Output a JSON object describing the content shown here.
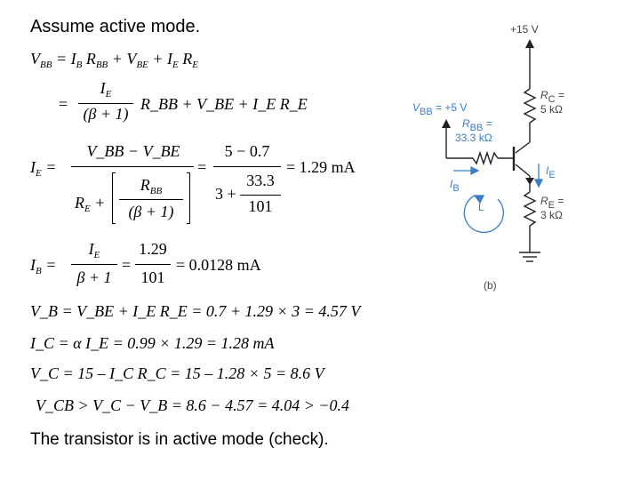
{
  "heading": "Assume active mode.",
  "eq1": {
    "lhs": "V",
    "lhs_sub": "BB",
    "rhs_parts": [
      "= I",
      "B",
      " R",
      "BB",
      " + V",
      "BE",
      " + I",
      "E",
      " R",
      "E"
    ]
  },
  "eq2": {
    "prefix": "=",
    "num": "I",
    "num_sub": "E",
    "den": "(β + 1)",
    "suffix": "R_BB + V_BE + I_E R_E"
  },
  "eq3": {
    "lhs": "I",
    "lhs_sub": "E",
    "num1": "V_BB − V_BE",
    "den1_a": "R",
    "den1_a_sub": "E",
    "den1_inner_num": "R",
    "den1_inner_num_sub": "BB",
    "den1_inner_den": "(β + 1)",
    "eq": "=",
    "num2": "5 − 0.7",
    "den2_a": "3 +",
    "den2_inner_num": "33.3",
    "den2_inner_den": "101",
    "result": "= 1.29 mA"
  },
  "eq4": {
    "lhs": "I",
    "lhs_sub": "B",
    "num1": "I",
    "num1_sub": "E",
    "den1": "β + 1",
    "num2": "1.29",
    "den2": "101",
    "result": "= 0.0128 mA"
  },
  "eq5": "V_B = V_BE + I_E R_E = 0.7 + 1.29 × 3 = 4.57  V",
  "eq6": "I_C = α I_E = 0.99 × 1.29 = 1.28 mA",
  "eq7": "V_C = 15 – I_C R_C = 15 – 1.28 × 5 = 8.6  V",
  "eq8": "V_CB > V_C − V_B = 8.6 − 4.57 = 4.04 > −0.4",
  "conclusion": "The transistor is in active mode (check).",
  "circuit": {
    "supply_label": "+15 V",
    "rc_label": "R",
    "rc_sub": "C",
    "rc_value_eq": "=",
    "rc_value": "5 kΩ",
    "vbb_label": "V",
    "vbb_sub": "BB",
    "vbb_value": "= +5 V",
    "rbb_label": "R",
    "rbb_sub": "BB",
    "rbb_eq": "=",
    "rbb_value": "33.3 kΩ",
    "ie_label": "I",
    "ie_sub": "E",
    "ib_label": "I",
    "ib_sub": "B",
    "loop_label": "L",
    "re_label": "R",
    "re_sub": "E",
    "re_eq": "=",
    "re_value": "3 kΩ",
    "figure_label": "(b)",
    "colors": {
      "annotation": "#3a7fc4",
      "wire": "#222222"
    }
  }
}
